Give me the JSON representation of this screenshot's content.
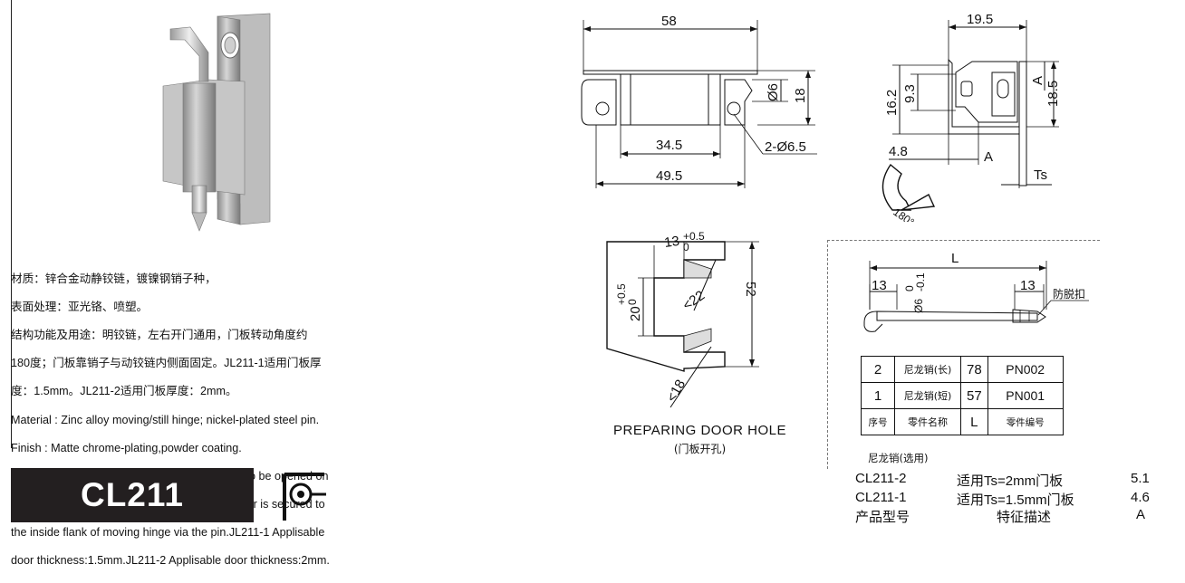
{
  "product_code": "CL211",
  "description_lines": [
    "材质：锌合金动静铰链，镀镍钢销子种，",
    "表面处理：亚光铬、喷塑。",
    "结构功能及用途：明铰链，左右开门通用，门板转动角度约",
    "180度；门板靠销子与动铰链内侧面固定。JL211-1适用门板厚",
    "度：1.5mm。JL211-2适用门板厚度：2mm。",
    "Material : Zinc alloy moving/still hinge; nickel-plated steel pin.",
    "Finish : Matte chrome-plating,powder coating.",
    "Structure and applications : Visible hinge;door to be opened on",
    "either side.Door turning angle: 180°  Approx.Door is secured to",
    "the inside flank of moving hinge via the pin.JL211-1 Applisable",
    "door thickness:1.5mm.JL211-2 Applisable door thickness:2mm."
  ],
  "front_view": {
    "dim_top": "58",
    "dim_pin": "Ø6",
    "dim_height": "18",
    "dim_inner": "34.5",
    "dim_holes": "2-Ø6.5",
    "dim_bottom": "49.5"
  },
  "side_view": {
    "dim_top": "19.5",
    "dim_left": "16.2",
    "dim_inner": "9.3",
    "dim_a": "A",
    "dim_right": "18.5",
    "dim_offset": "4.8",
    "dim_a_bottom": "A",
    "dim_ts": "Ts",
    "rotation": "180°"
  },
  "door_hole": {
    "dim_top": "13",
    "dim_top_tol_upper": "+0.5",
    "dim_top_tol_lower": "0",
    "dim_left": "20",
    "dim_left_tol_upper": "+0.5",
    "dim_left_tol_lower": "0",
    "dim_angle_upper": "<22",
    "dim_height": "52",
    "dim_angle_lower": "<18",
    "caption": "PREPARING DOOR HOLE",
    "caption_cn": "(门板开孔)"
  },
  "nylon_pin": {
    "dim_length": "L",
    "dim_left": "13",
    "dim_right": "13",
    "dim_dia": "Ø6",
    "dim_dia_tol_upper": "0",
    "dim_dia_tol_lower": "-0.1",
    "anti_drop_label": "防脱扣",
    "note": "尼龙销(选用)"
  },
  "parts_table": {
    "rows": [
      {
        "no": "2",
        "name": "尼龙销(长)",
        "l": "78",
        "part_no": "PN002"
      },
      {
        "no": "1",
        "name": "尼龙销(短)",
        "l": "57",
        "part_no": "PN001"
      }
    ],
    "header": {
      "no": "序号",
      "name": "零件名称",
      "l": "L",
      "part_no": "零件编号"
    }
  },
  "models": {
    "rows": [
      {
        "code": "CL211-2",
        "feature": "适用Ts=2mm门板",
        "a": "5.1"
      },
      {
        "code": "CL211-1",
        "feature": "适用Ts=1.5mm门板",
        "a": "4.6"
      }
    ],
    "header": {
      "code": "产品型号",
      "feature": "特征描述",
      "a": "A"
    }
  }
}
